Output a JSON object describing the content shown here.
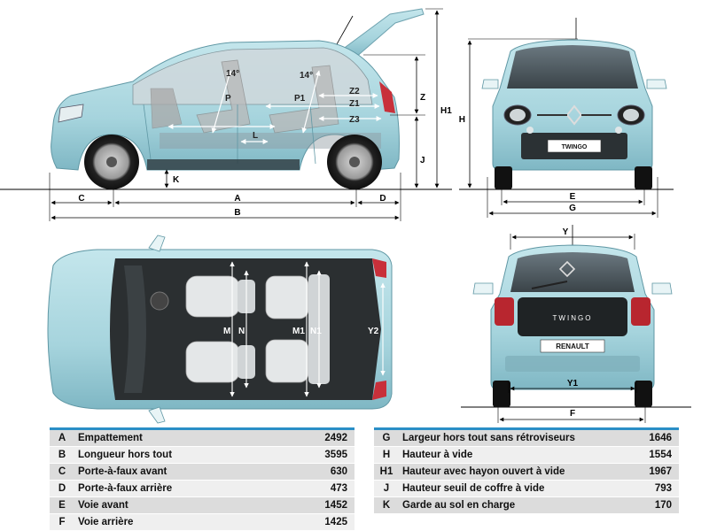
{
  "side_view": {
    "seat_angle_front": "14°",
    "seat_angle_rear": "14°",
    "label_p": "P",
    "label_p1": "P1",
    "label_z2": "Z2",
    "label_z1": "Z1",
    "label_z3": "Z3",
    "label_l": "L",
    "label_k": "K",
    "label_z": "Z",
    "label_j": "J",
    "label_h1": "H1",
    "label_c": "C",
    "label_a": "A",
    "label_d": "D",
    "label_b": "B"
  },
  "front_view": {
    "label_h": "H",
    "label_e": "E",
    "label_g": "G",
    "plate_text": "TWINGO"
  },
  "top_view": {
    "label_m": "M",
    "label_n": "N",
    "label_m1": "M1",
    "label_n1": "N1",
    "label_y2": "Y2"
  },
  "rear_view": {
    "label_y": "Y",
    "label_y1": "Y1",
    "label_f": "F",
    "badge_text": "TWINGO",
    "plate_text": "RENAULT"
  },
  "colors": {
    "body": "#a6d4dd",
    "body_shade": "#7fb7c4",
    "accent_line": "#2a8ec6"
  },
  "table_left": [
    {
      "code": "A",
      "label": "Empattement",
      "value": "2492"
    },
    {
      "code": "B",
      "label": "Longueur hors tout",
      "value": "3595"
    },
    {
      "code": "C",
      "label": "Porte-à-faux avant",
      "value": "630"
    },
    {
      "code": "D",
      "label": "Porte-à-faux arrière",
      "value": "473"
    },
    {
      "code": "E",
      "label": "Voie avant",
      "value": "1452"
    },
    {
      "code": "F",
      "label": "Voie arrière",
      "value": "1425"
    }
  ],
  "table_right": [
    {
      "code": "G",
      "label": "Largeur hors tout sans rétroviseurs",
      "value": "1646"
    },
    {
      "code": "H",
      "label": "Hauteur à vide",
      "value": "1554"
    },
    {
      "code": "H1",
      "label": "Hauteur avec hayon ouvert à vide",
      "value": "1967"
    },
    {
      "code": "J",
      "label": "Hauteur seuil de coffre à vide",
      "value": "793"
    },
    {
      "code": "K",
      "label": "Garde au sol en charge",
      "value": "170"
    }
  ]
}
